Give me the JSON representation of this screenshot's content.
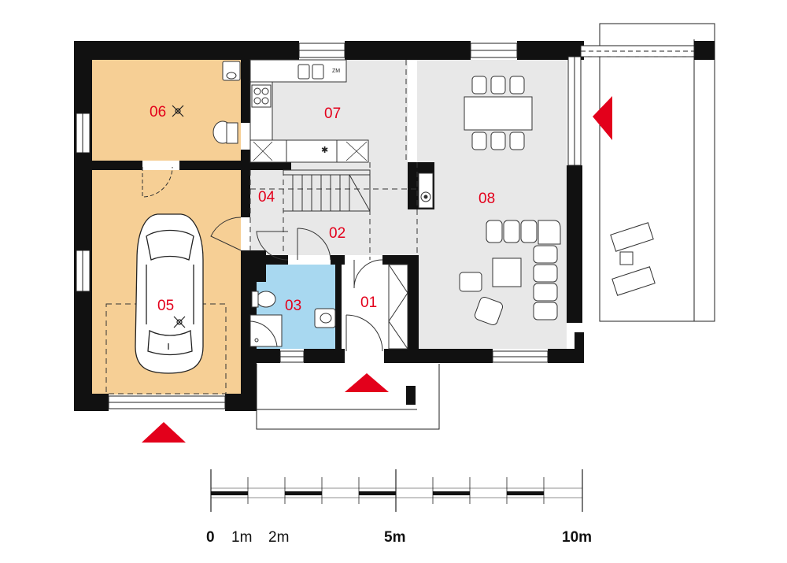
{
  "rooms": [
    {
      "id": "01",
      "label": "01",
      "fill": "#ffffff"
    },
    {
      "id": "02",
      "label": "02",
      "fill": "#e8e8e8"
    },
    {
      "id": "03",
      "label": "03",
      "fill": "#a8d8f0"
    },
    {
      "id": "04",
      "label": "04",
      "fill": "#e8e8e8"
    },
    {
      "id": "05",
      "label": "05",
      "fill": "#f6cf95"
    },
    {
      "id": "06",
      "label": "06",
      "fill": "#f6cf95"
    },
    {
      "id": "07",
      "label": "07",
      "fill": "#e8e8e8"
    },
    {
      "id": "08",
      "label": "08",
      "fill": "#e8e8e8"
    }
  ],
  "appliance_text": "ZM",
  "scale": {
    "labels": {
      "zero": "0",
      "one": "1m",
      "two": "2m",
      "five": "5m",
      "ten": "10m"
    }
  },
  "colors": {
    "wall": "#111111",
    "entrance_marker": "#e3001b",
    "label": "#e3001b",
    "furniture_stroke": "#222222"
  },
  "icons": [
    "light-fixture-icon",
    "car-icon",
    "entrance-arrow-icon",
    "stove-icon",
    "sink-icon",
    "toilet-icon",
    "shower-icon",
    "fireplace-icon",
    "sofa-icon",
    "dining-table-icon",
    "sun-lounger-icon"
  ]
}
